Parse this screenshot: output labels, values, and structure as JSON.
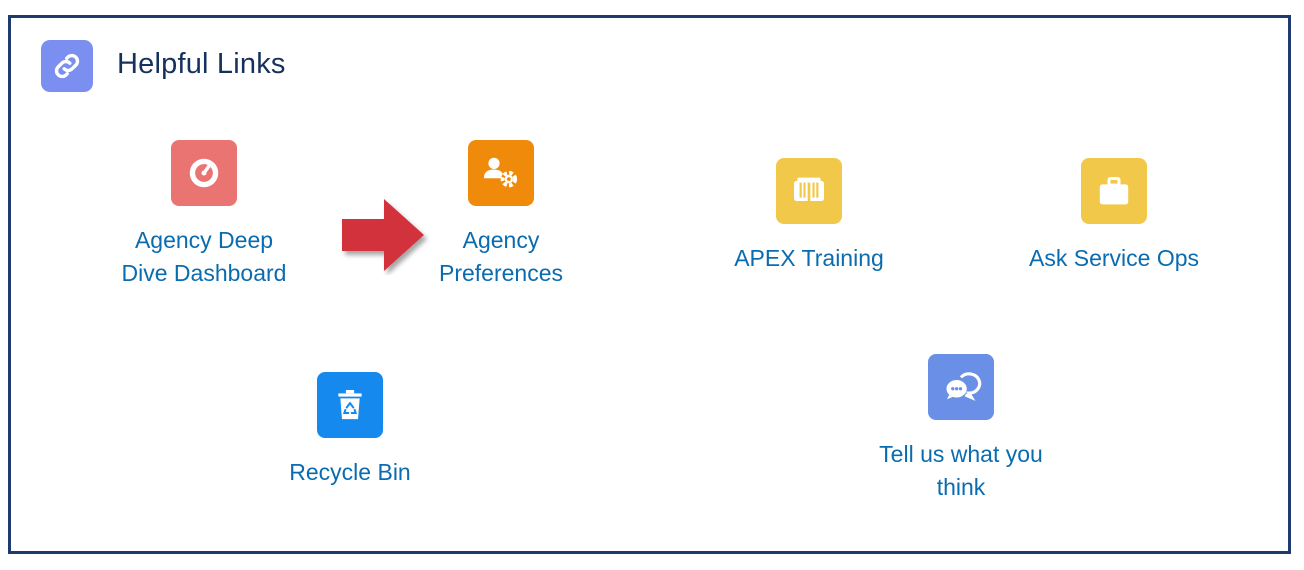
{
  "card": {
    "title": "Helpful Links",
    "header_icon": "link-icon",
    "colors": {
      "border": "#1f3a6e",
      "title": "#16325c",
      "link": "#0a6cb0",
      "header_icon_bg": "#7b8ff0"
    }
  },
  "links": [
    {
      "label": "Agency Deep\nDive Dashboard",
      "icon": "gauge-icon",
      "color": "#ea7471"
    },
    {
      "label": "Agency\nPreferences",
      "icon": "user-settings-icon",
      "color": "#f08a0b"
    },
    {
      "label": "APEX Training",
      "icon": "book-icon",
      "color": "#f2c84b"
    },
    {
      "label": "Ask Service Ops",
      "icon": "briefcase-icon",
      "color": "#f2c84b"
    },
    {
      "label": "Recycle Bin",
      "icon": "recycle-bin-icon",
      "color": "#1589ee"
    },
    {
      "label": "Tell us what you\nthink",
      "icon": "chat-bubbles-icon",
      "color": "#6a8fe6"
    }
  ],
  "annotation": {
    "arrow_color": "#d1313a"
  }
}
